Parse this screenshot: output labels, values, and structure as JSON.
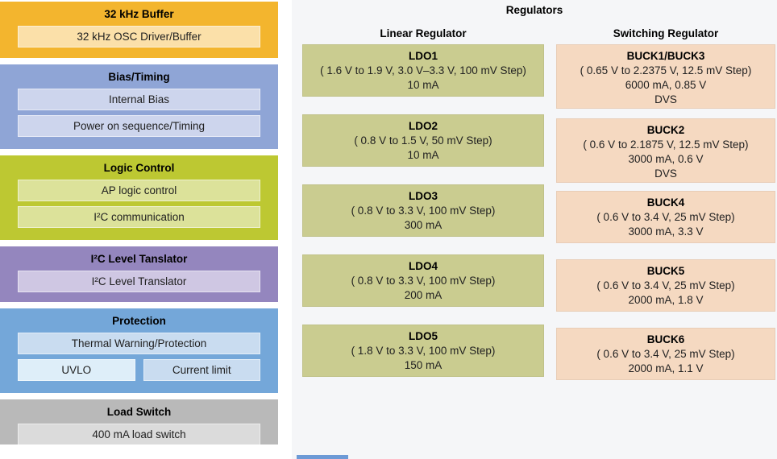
{
  "page": {
    "background": "#ffffff",
    "panel_background": "#f5f6f8",
    "scrollbar_color": "#6d9ad6"
  },
  "left_blocks": [
    {
      "key": "32khz-buffer",
      "title": "32 kHz Buffer",
      "colors": {
        "outer": "#f3b52e",
        "inner": "#fbe0a9"
      },
      "rows": [
        [
          {
            "label": "32 kHz OSC Driver/Buffer"
          }
        ]
      ]
    },
    {
      "key": "bias-timing",
      "title": "Bias/Timing",
      "colors": {
        "outer": "#8fa5d6",
        "inner": "#cdd5ed"
      },
      "rows": [
        [
          {
            "label": "Internal Bias"
          }
        ],
        [
          {
            "label": "Power on sequence/Timing"
          }
        ]
      ]
    },
    {
      "key": "logic-control",
      "title": "Logic Control",
      "colors": {
        "outer": "#bdc832",
        "inner": "#dce29a"
      },
      "rows": [
        [
          {
            "label": "AP logic control"
          }
        ],
        [
          {
            "label": "I²C communication"
          }
        ]
      ]
    },
    {
      "key": "i2c-level-translator",
      "title": "I²C Level Tanslator",
      "colors": {
        "outer": "#9486be",
        "inner": "#cfc7e3"
      },
      "rows": [
        [
          {
            "label": "I²C Level Translator"
          }
        ]
      ]
    },
    {
      "key": "protection",
      "title": "Protection",
      "colors": {
        "outer": "#74a7d9",
        "inner": "#c9dcf0"
      },
      "rows": [
        [
          {
            "label": "Thermal Warning/Protection"
          }
        ],
        [
          {
            "label": "UVLO",
            "bg": "#deeef9"
          },
          {
            "label": "Current limit"
          }
        ]
      ]
    },
    {
      "key": "load-switch",
      "title": "Load Switch",
      "colors": {
        "outer": "#b9b9b9",
        "inner": "#dbdbdb"
      },
      "rows": [
        [
          {
            "label": "400 mA load switch"
          }
        ]
      ]
    }
  ],
  "regulators": {
    "title": "Regulators",
    "columns": [
      {
        "key": "linear",
        "header": "Linear Regulator",
        "box_bg": "#cacc90",
        "boxes": [
          {
            "key": "ldo1",
            "name": "LDO1",
            "lines": [
              "( 1.6 V to 1.9 V, 3.0 V–3.3 V, 100 mV Step)",
              "10 mA"
            ]
          },
          {
            "key": "ldo2",
            "name": "LDO2",
            "lines": [
              "( 0.8 V to 1.5 V, 50 mV Step)",
              "10 mA"
            ]
          },
          {
            "key": "ldo3",
            "name": "LDO3",
            "lines": [
              "( 0.8 V to 3.3 V, 100 mV Step)",
              "300 mA"
            ]
          },
          {
            "key": "ldo4",
            "name": "LDO4",
            "lines": [
              "( 0.8 V to 3.3 V, 100 mV Step)",
              "200 mA"
            ]
          },
          {
            "key": "ldo5",
            "name": "LDO5",
            "lines": [
              "( 1.8 V to 3.3 V, 100 mV Step)",
              "150 mA"
            ]
          }
        ]
      },
      {
        "key": "switching",
        "header": "Switching Regulator",
        "box_bg": "#f5d9c1",
        "boxes": [
          {
            "key": "buck1-buck3",
            "name": "BUCK1/BUCK3",
            "lines": [
              "( 0.65 V to 2.2375 V, 12.5 mV Step)",
              "6000 mA, 0.85 V",
              "DVS"
            ]
          },
          {
            "key": "buck2",
            "name": "BUCK2",
            "lines": [
              "( 0.6 V to 2.1875 V, 12.5 mV Step)",
              "3000 mA, 0.6 V",
              "DVS"
            ]
          },
          {
            "key": "buck4",
            "name": "BUCK4",
            "lines": [
              "( 0.6 V to 3.4 V, 25 mV Step)",
              "3000 mA, 3.3 V"
            ]
          },
          {
            "key": "buck5",
            "name": "BUCK5",
            "lines": [
              "( 0.6 V to 3.4 V, 25 mV Step)",
              "2000 mA, 1.8 V"
            ]
          },
          {
            "key": "buck6",
            "name": "BUCK6",
            "lines": [
              "( 0.6 V to 3.4 V, 25 mV Step)",
              "2000 mA, 1.1 V"
            ]
          }
        ]
      }
    ]
  }
}
